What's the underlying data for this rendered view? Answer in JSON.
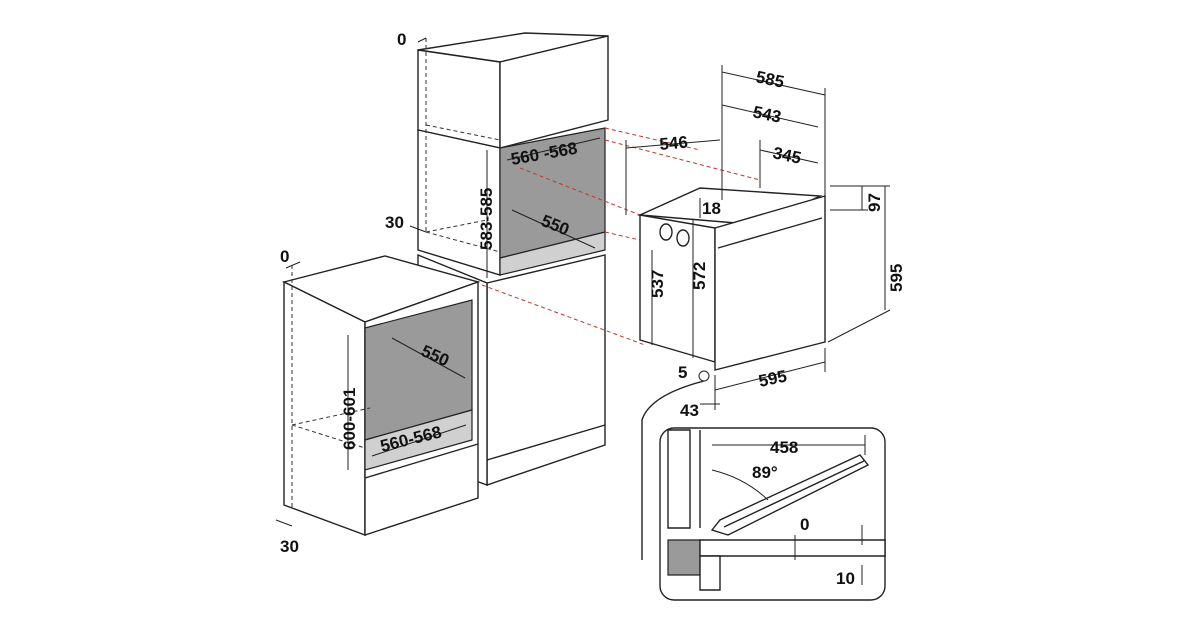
{
  "colors": {
    "outline": "#222222",
    "cavity": "#9a9a9a",
    "cavity_floor": "#d0d0d0",
    "projection_lines": "#c0392b",
    "background": "#ffffff"
  },
  "dimensions": {
    "tall_top_offset": "0",
    "tall_side_gap": "30",
    "tall_width": "560 -568",
    "tall_height": "583-585",
    "tall_depth": "550",
    "base_top_offset": "0",
    "base_bottom_gap": "30",
    "base_depth": "550",
    "base_height": "600-601",
    "base_width": "560-568",
    "oven_total_depth": "585",
    "oven_body_depth": "543",
    "oven_top_depth": "345",
    "oven_niche_depth": "546",
    "oven_top_step": "18",
    "oven_front_top": "97",
    "oven_height": "595",
    "oven_body_height": "537",
    "oven_inner_height": "572",
    "oven_width": "595",
    "oven_front_gap": "5",
    "oven_door_thickness": "43",
    "door_open_reach": "458",
    "door_angle": "89°",
    "door_gap_top": "0",
    "door_gap_bottom": "10"
  }
}
